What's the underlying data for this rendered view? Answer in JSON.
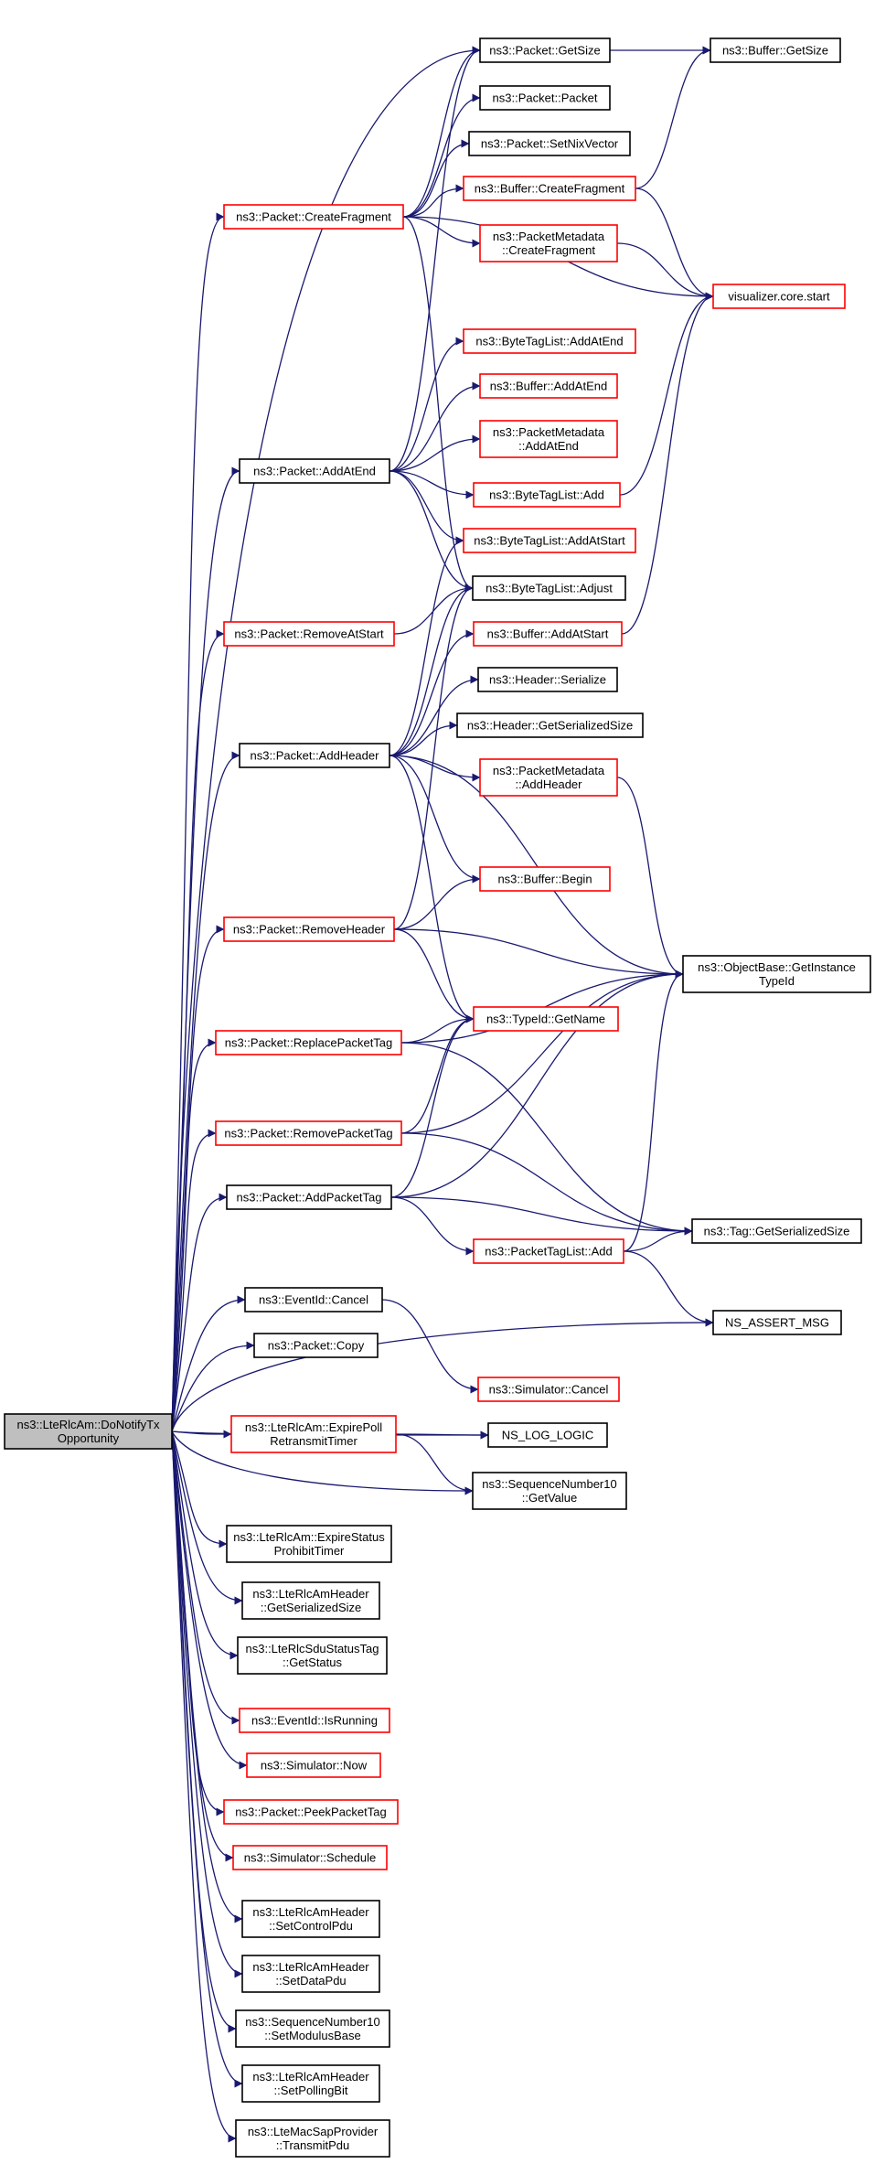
{
  "colors": {
    "edge": "#191970",
    "link_node_border": "#000000",
    "truncated_node_border": "#ff0000",
    "root_fill": "#bfbfbf"
  },
  "nodes": [
    {
      "id": "root",
      "lines": [
        "ns3::LteRlcAm::DoNotifyTx",
        "Opportunity"
      ],
      "style": "root"
    },
    {
      "id": "pkt_getsize",
      "lines": [
        "ns3::Packet::GetSize"
      ],
      "style": "black"
    },
    {
      "id": "buf_getsize",
      "lines": [
        "ns3::Buffer::GetSize"
      ],
      "style": "black"
    },
    {
      "id": "pkt_packet",
      "lines": [
        "ns3::Packet::Packet"
      ],
      "style": "black"
    },
    {
      "id": "pkt_setnix",
      "lines": [
        "ns3::Packet::SetNixVector"
      ],
      "style": "black"
    },
    {
      "id": "buf_createfrag",
      "lines": [
        "ns3::Buffer::CreateFragment"
      ],
      "style": "red"
    },
    {
      "id": "pkt_createfrag",
      "lines": [
        "ns3::Packet::CreateFragment"
      ],
      "style": "red"
    },
    {
      "id": "meta_createfrag",
      "lines": [
        "ns3::PacketMetadata",
        "::CreateFragment"
      ],
      "style": "red"
    },
    {
      "id": "viz_start",
      "lines": [
        "visualizer.core.start"
      ],
      "style": "red"
    },
    {
      "id": "btl_addatend",
      "lines": [
        "ns3::ByteTagList::AddAtEnd"
      ],
      "style": "red"
    },
    {
      "id": "buf_addatend",
      "lines": [
        "ns3::Buffer::AddAtEnd"
      ],
      "style": "red"
    },
    {
      "id": "meta_addatend",
      "lines": [
        "ns3::PacketMetadata",
        "::AddAtEnd"
      ],
      "style": "red"
    },
    {
      "id": "pkt_addatend",
      "lines": [
        "ns3::Packet::AddAtEnd"
      ],
      "style": "black"
    },
    {
      "id": "btl_add",
      "lines": [
        "ns3::ByteTagList::Add"
      ],
      "style": "red"
    },
    {
      "id": "btl_addatstart",
      "lines": [
        "ns3::ByteTagList::AddAtStart"
      ],
      "style": "red"
    },
    {
      "id": "btl_adjust",
      "lines": [
        "ns3::ByteTagList::Adjust"
      ],
      "style": "black"
    },
    {
      "id": "pkt_removeatstart",
      "lines": [
        "ns3::Packet::RemoveAtStart"
      ],
      "style": "red"
    },
    {
      "id": "buf_addatstart",
      "lines": [
        "ns3::Buffer::AddAtStart"
      ],
      "style": "red"
    },
    {
      "id": "hdr_serialize",
      "lines": [
        "ns3::Header::Serialize"
      ],
      "style": "black"
    },
    {
      "id": "pkt_addheader",
      "lines": [
        "ns3::Packet::AddHeader"
      ],
      "style": "black"
    },
    {
      "id": "hdr_getsersize",
      "lines": [
        "ns3::Header::GetSerializedSize"
      ],
      "style": "black"
    },
    {
      "id": "meta_addheader",
      "lines": [
        "ns3::PacketMetadata",
        "::AddHeader"
      ],
      "style": "red"
    },
    {
      "id": "buf_begin",
      "lines": [
        "ns3::Buffer::Begin"
      ],
      "style": "red"
    },
    {
      "id": "pkt_removeheader",
      "lines": [
        "ns3::Packet::RemoveHeader"
      ],
      "style": "red"
    },
    {
      "id": "objbase_getinst",
      "lines": [
        "ns3::ObjectBase::GetInstance",
        "TypeId"
      ],
      "style": "black"
    },
    {
      "id": "pkt_replacetag",
      "lines": [
        "ns3::Packet::ReplacePacketTag"
      ],
      "style": "red"
    },
    {
      "id": "typeid_getname",
      "lines": [
        "ns3::TypeId::GetName"
      ],
      "style": "red"
    },
    {
      "id": "pkt_removetag",
      "lines": [
        "ns3::Packet::RemovePacketTag"
      ],
      "style": "red"
    },
    {
      "id": "pkt_addtag",
      "lines": [
        "ns3::Packet::AddPacketTag"
      ],
      "style": "black"
    },
    {
      "id": "ptl_add",
      "lines": [
        "ns3::PacketTagList::Add"
      ],
      "style": "red"
    },
    {
      "id": "tag_getsersize",
      "lines": [
        "ns3::Tag::GetSerializedSize"
      ],
      "style": "black"
    },
    {
      "id": "ns_assert",
      "lines": [
        "NS_ASSERT_MSG"
      ],
      "style": "black"
    },
    {
      "id": "ev_cancel",
      "lines": [
        "ns3::EventId::Cancel"
      ],
      "style": "black"
    },
    {
      "id": "pkt_copy",
      "lines": [
        "ns3::Packet::Copy"
      ],
      "style": "black"
    },
    {
      "id": "sim_cancel",
      "lines": [
        "ns3::Simulator::Cancel"
      ],
      "style": "red"
    },
    {
      "id": "ns_log",
      "lines": [
        "NS_LOG_LOGIC"
      ],
      "style": "black"
    },
    {
      "id": "expire_poll",
      "lines": [
        "ns3::LteRlcAm::ExpirePoll",
        "RetransmitTimer"
      ],
      "style": "red"
    },
    {
      "id": "seq_getvalue",
      "lines": [
        "ns3::SequenceNumber10",
        "::GetValue"
      ],
      "style": "black"
    },
    {
      "id": "expire_status",
      "lines": [
        "ns3::LteRlcAm::ExpireStatus",
        "ProhibitTimer"
      ],
      "style": "black"
    },
    {
      "id": "amhdr_getsersize",
      "lines": [
        "ns3::LteRlcAmHeader",
        "::GetSerializedSize"
      ],
      "style": "black"
    },
    {
      "id": "sdutag_getstatus",
      "lines": [
        "ns3::LteRlcSduStatusTag",
        "::GetStatus"
      ],
      "style": "black"
    },
    {
      "id": "ev_isrunning",
      "lines": [
        "ns3::EventId::IsRunning"
      ],
      "style": "red"
    },
    {
      "id": "sim_now",
      "lines": [
        "ns3::Simulator::Now"
      ],
      "style": "red"
    },
    {
      "id": "pkt_peektag",
      "lines": [
        "ns3::Packet::PeekPacketTag"
      ],
      "style": "red"
    },
    {
      "id": "sim_schedule",
      "lines": [
        "ns3::Simulator::Schedule"
      ],
      "style": "red"
    },
    {
      "id": "amhdr_setcontrol",
      "lines": [
        "ns3::LteRlcAmHeader",
        "::SetControlPdu"
      ],
      "style": "black"
    },
    {
      "id": "amhdr_setdata",
      "lines": [
        "ns3::LteRlcAmHeader",
        "::SetDataPdu"
      ],
      "style": "black"
    },
    {
      "id": "seq_setmodulus",
      "lines": [
        "ns3::SequenceNumber10",
        "::SetModulusBase"
      ],
      "style": "black"
    },
    {
      "id": "amhdr_setpolling",
      "lines": [
        "ns3::LteRlcAmHeader",
        "::SetPollingBit"
      ],
      "style": "black"
    },
    {
      "id": "mac_transmit",
      "lines": [
        "ns3::LteMacSapProvider",
        "::TransmitPdu"
      ],
      "style": "black"
    }
  ],
  "edges": [
    [
      "root",
      "pkt_getsize"
    ],
    [
      "root",
      "pkt_createfrag"
    ],
    [
      "root",
      "pkt_addatend"
    ],
    [
      "root",
      "pkt_removeatstart"
    ],
    [
      "root",
      "pkt_addheader"
    ],
    [
      "root",
      "pkt_removeheader"
    ],
    [
      "root",
      "pkt_replacetag"
    ],
    [
      "root",
      "pkt_removetag"
    ],
    [
      "root",
      "pkt_addtag"
    ],
    [
      "root",
      "ns_assert"
    ],
    [
      "root",
      "ev_cancel"
    ],
    [
      "root",
      "pkt_copy"
    ],
    [
      "root",
      "ns_log"
    ],
    [
      "root",
      "expire_poll"
    ],
    [
      "root",
      "seq_getvalue"
    ],
    [
      "root",
      "expire_status"
    ],
    [
      "root",
      "amhdr_getsersize"
    ],
    [
      "root",
      "sdutag_getstatus"
    ],
    [
      "root",
      "ev_isrunning"
    ],
    [
      "root",
      "sim_now"
    ],
    [
      "root",
      "pkt_peektag"
    ],
    [
      "root",
      "sim_schedule"
    ],
    [
      "root",
      "amhdr_setcontrol"
    ],
    [
      "root",
      "amhdr_setdata"
    ],
    [
      "root",
      "seq_setmodulus"
    ],
    [
      "root",
      "amhdr_setpolling"
    ],
    [
      "root",
      "mac_transmit"
    ],
    [
      "pkt_getsize",
      "buf_getsize"
    ],
    [
      "buf_createfrag",
      "buf_getsize"
    ],
    [
      "buf_createfrag",
      "viz_start"
    ],
    [
      "pkt_createfrag",
      "pkt_getsize"
    ],
    [
      "pkt_createfrag",
      "pkt_packet"
    ],
    [
      "pkt_createfrag",
      "pkt_setnix"
    ],
    [
      "pkt_createfrag",
      "buf_createfrag"
    ],
    [
      "pkt_createfrag",
      "meta_createfrag"
    ],
    [
      "pkt_createfrag",
      "viz_start"
    ],
    [
      "pkt_createfrag",
      "btl_adjust"
    ],
    [
      "meta_createfrag",
      "viz_start"
    ],
    [
      "pkt_addatend",
      "pkt_getsize"
    ],
    [
      "pkt_addatend",
      "btl_addatend"
    ],
    [
      "pkt_addatend",
      "buf_addatend"
    ],
    [
      "pkt_addatend",
      "meta_addatend"
    ],
    [
      "pkt_addatend",
      "btl_add"
    ],
    [
      "pkt_addatend",
      "btl_addatstart"
    ],
    [
      "pkt_addatend",
      "btl_adjust"
    ],
    [
      "btl_add",
      "viz_start"
    ],
    [
      "pkt_removeatstart",
      "btl_adjust"
    ],
    [
      "buf_addatstart",
      "viz_start"
    ],
    [
      "pkt_addheader",
      "btl_addatstart"
    ],
    [
      "pkt_addheader",
      "btl_adjust"
    ],
    [
      "pkt_addheader",
      "buf_addatstart"
    ],
    [
      "pkt_addheader",
      "hdr_serialize"
    ],
    [
      "pkt_addheader",
      "hdr_getsersize"
    ],
    [
      "pkt_addheader",
      "meta_addheader"
    ],
    [
      "pkt_addheader",
      "buf_begin"
    ],
    [
      "pkt_addheader",
      "objbase_getinst"
    ],
    [
      "pkt_addheader",
      "typeid_getname"
    ],
    [
      "meta_addheader",
      "objbase_getinst"
    ],
    [
      "pkt_removeheader",
      "btl_adjust"
    ],
    [
      "pkt_removeheader",
      "buf_begin"
    ],
    [
      "pkt_removeheader",
      "objbase_getinst"
    ],
    [
      "pkt_removeheader",
      "typeid_getname"
    ],
    [
      "pkt_replacetag",
      "objbase_getinst"
    ],
    [
      "pkt_replacetag",
      "typeid_getname"
    ],
    [
      "pkt_replacetag",
      "tag_getsersize"
    ],
    [
      "pkt_removetag",
      "objbase_getinst"
    ],
    [
      "pkt_removetag",
      "typeid_getname"
    ],
    [
      "pkt_removetag",
      "tag_getsersize"
    ],
    [
      "pkt_addtag",
      "objbase_getinst"
    ],
    [
      "pkt_addtag",
      "typeid_getname"
    ],
    [
      "pkt_addtag",
      "ptl_add"
    ],
    [
      "pkt_addtag",
      "tag_getsersize"
    ],
    [
      "ptl_add",
      "objbase_getinst"
    ],
    [
      "ptl_add",
      "tag_getsersize"
    ],
    [
      "ptl_add",
      "ns_assert"
    ],
    [
      "ev_cancel",
      "sim_cancel"
    ],
    [
      "expire_poll",
      "ns_log"
    ],
    [
      "expire_poll",
      "seq_getvalue"
    ]
  ]
}
